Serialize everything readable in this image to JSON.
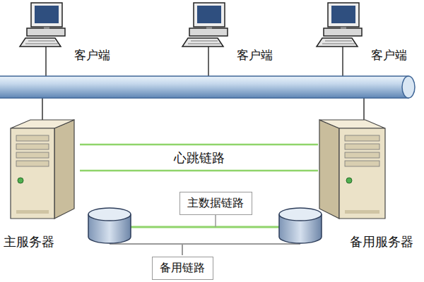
{
  "diagram": {
    "nodes": [
      {
        "text": [
          "客户端"
        ]
      },
      {
        "text": [
          "客户端"
        ]
      },
      {
        "text": [
          "客户端"
        ]
      },
      {
        "text": [
          "主服务器"
        ]
      },
      {
        "text": [
          "备用服务器"
        ]
      },
      {
        "text": [
          "主数据链路"
        ]
      },
      {
        "text": [
          "备用链路"
        ]
      }
    ],
    "edges": [
      {
        "from": 3,
        "to": 4,
        "arrow": "none",
        "label": "心跳链路"
      }
    ]
  }
}
